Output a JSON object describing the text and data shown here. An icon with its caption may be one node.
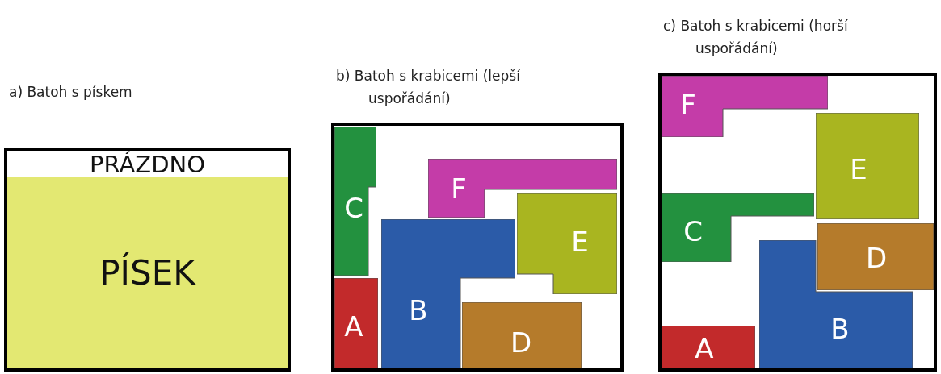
{
  "diagram": {
    "nodes": [
      {
        "text": [
          "a) Batoh s pískem"
        ]
      },
      {
        "text": [
          "PRÁZDNO"
        ],
        "in": 0
      },
      {
        "text": [
          "PÍSEK"
        ],
        "in": 0
      },
      {
        "text": [
          "b) Batoh s krabicemi (lepší uspořádání)"
        ]
      },
      {
        "text": [
          "C"
        ],
        "in": 3
      },
      {
        "text": [
          "F"
        ],
        "in": 3
      },
      {
        "text": [
          "E"
        ],
        "in": 3
      },
      {
        "text": [
          "B"
        ],
        "in": 3
      },
      {
        "text": [
          "A"
        ],
        "in": 3
      },
      {
        "text": [
          "D"
        ],
        "in": 3
      },
      {
        "text": [
          "c) Batoh s krabicemi (horší uspořádání)"
        ]
      },
      {
        "text": [
          "F"
        ],
        "in": 10
      },
      {
        "text": [
          "E"
        ],
        "in": 10
      },
      {
        "text": [
          "C"
        ],
        "in": 10
      },
      {
        "text": [
          "D"
        ],
        "in": 10
      },
      {
        "text": [
          "B"
        ],
        "in": 10
      },
      {
        "text": [
          "A"
        ],
        "in": 10
      }
    ]
  }
}
